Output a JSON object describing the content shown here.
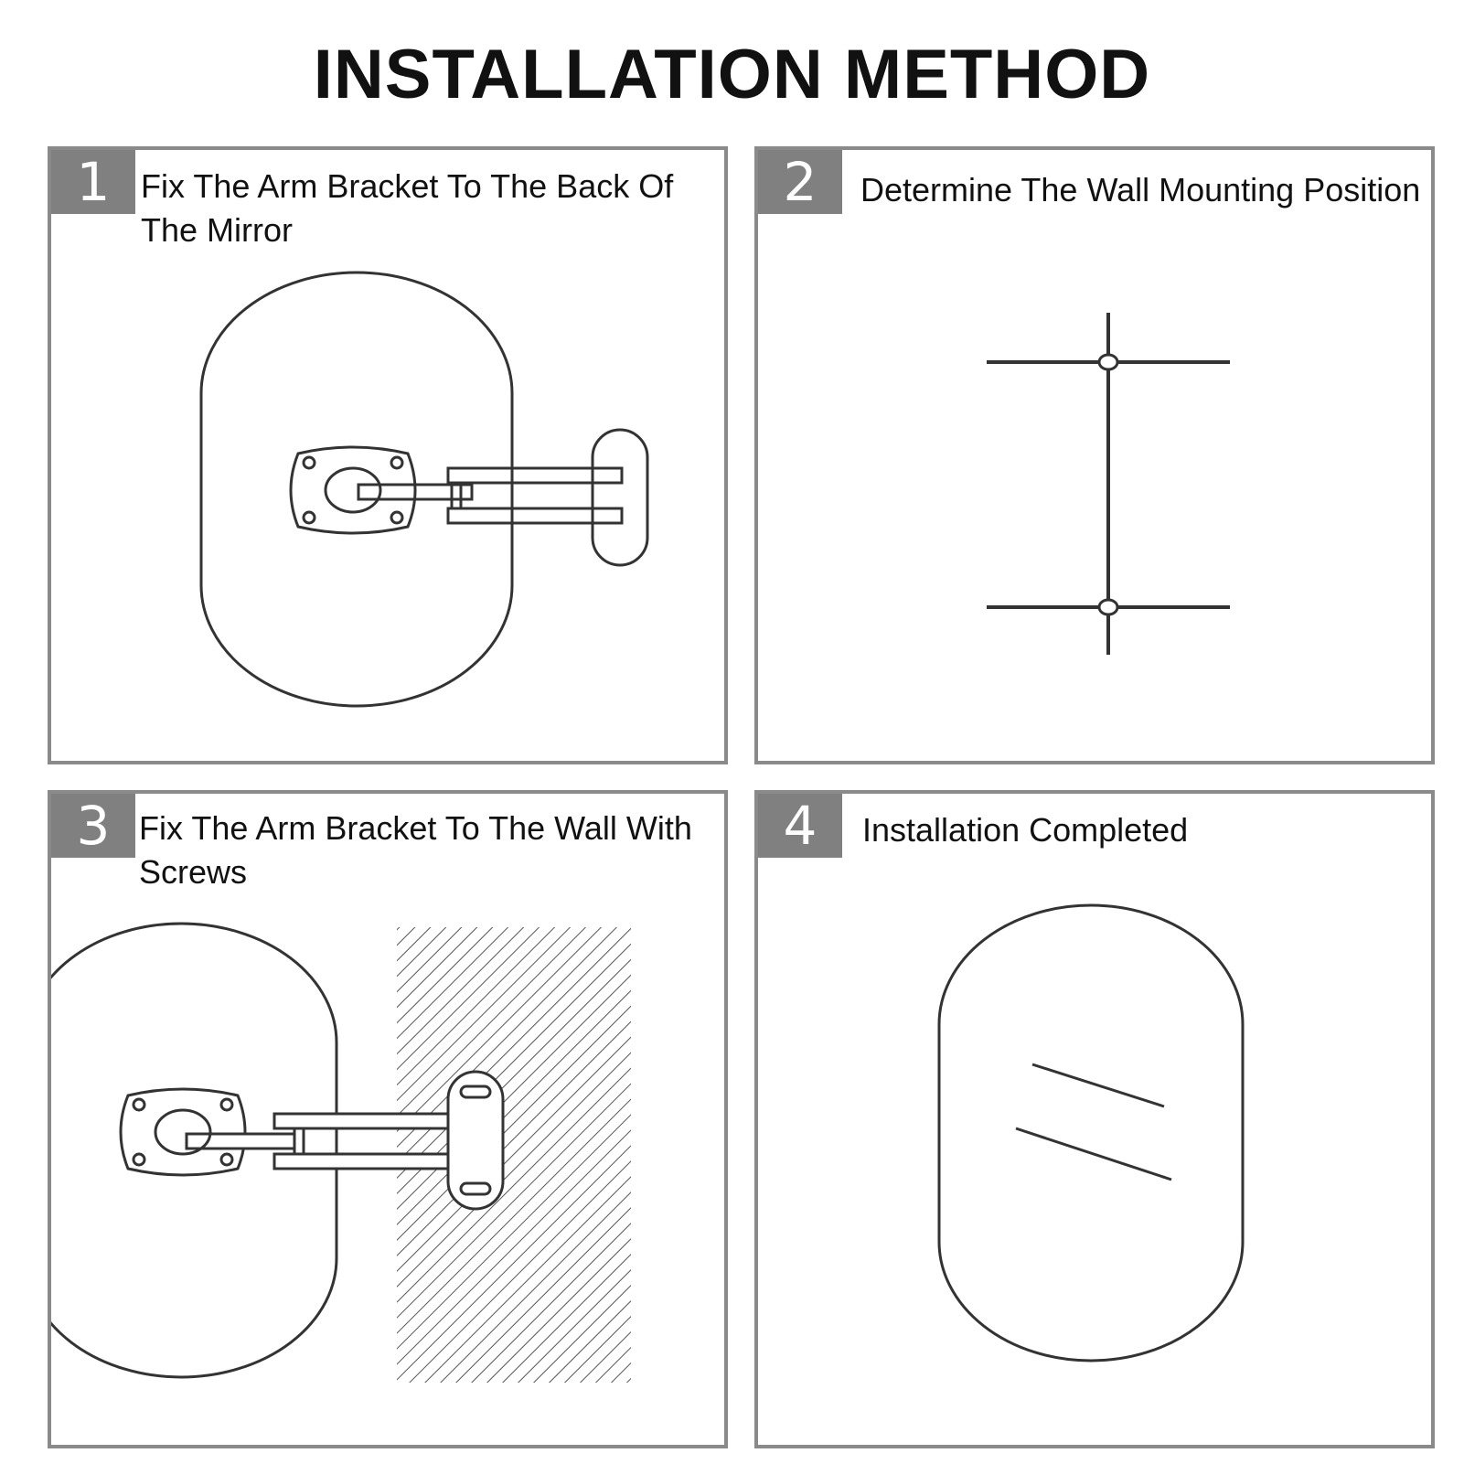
{
  "title": "INSTALLATION METHOD",
  "steps": [
    {
      "number": "1",
      "text": "Fix The Arm Bracket To The Back Of The Mirror"
    },
    {
      "number": "2",
      "text": "Determine The Wall Mounting Position"
    },
    {
      "number": "3",
      "text": "Fix The Arm Bracket To The Wall With Screws"
    },
    {
      "number": "4",
      "text": "Installation Completed"
    }
  ],
  "colors": {
    "panel_border": "#8a8a8a",
    "number_badge": "#808080",
    "line": "#333333"
  }
}
